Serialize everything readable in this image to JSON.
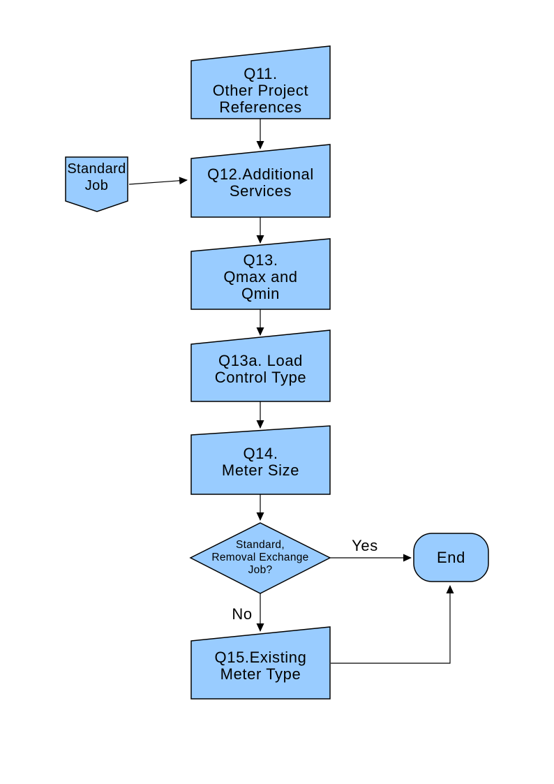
{
  "colors": {
    "page_background": "#ffffff",
    "shape_fill": "#99ccff",
    "shape_stroke": "#000000",
    "connector": "#000000",
    "text": "#000000"
  },
  "flowchart": {
    "nodes": {
      "q11": {
        "label": "Q11.\nOther Project\nReferences",
        "shape": "slanted-top-box"
      },
      "standard_job": {
        "label": "Standard\nJob",
        "shape": "pentagon-down"
      },
      "q12": {
        "label": "Q12.Additional\nServices",
        "shape": "slanted-top-box"
      },
      "q13": {
        "label": "Q13.\nQmax and\nQmin",
        "shape": "slanted-top-box"
      },
      "q13a": {
        "label": "Q13a. Load\nControl Type",
        "shape": "slanted-top-box"
      },
      "q14": {
        "label": "Q14.\nMeter Size",
        "shape": "slanted-top-box"
      },
      "decision": {
        "label": "Standard,\nRemoval Exchange\nJob?",
        "shape": "diamond"
      },
      "end": {
        "label": "End",
        "shape": "terminator"
      },
      "q15": {
        "label": "Q15.Existing\nMeter Type",
        "shape": "slanted-top-box"
      }
    },
    "edge_labels": {
      "yes": "Yes",
      "no": "No"
    }
  }
}
